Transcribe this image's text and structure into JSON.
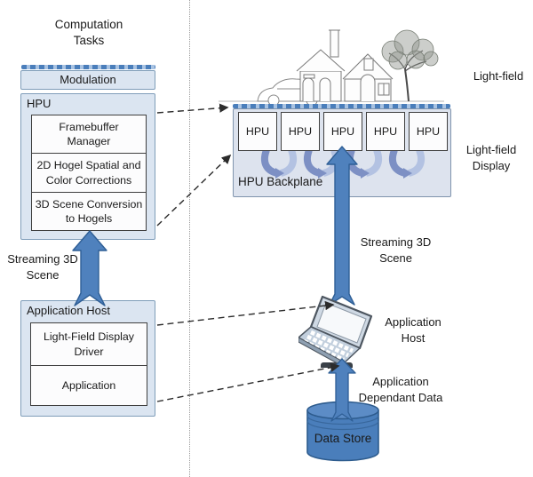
{
  "left_panel": {
    "section_title": "Computation\nTasks",
    "modulation_label": "Modulation",
    "hpu_title": "HPU",
    "hpu_items": [
      "Framebuffer\nManager",
      "2D Hogel Spatial and\nColor Corrections",
      "3D Scene Conversion\nto Hogels"
    ],
    "streaming_label": "Streaming 3D\nScene",
    "app_host_title": "Application Host",
    "app_host_items": [
      "Light-Field Display\nDriver",
      "Application"
    ]
  },
  "right_panel": {
    "light_field_label": "Light-field",
    "hpu_units": [
      "HPU",
      "HPU",
      "HPU",
      "HPU",
      "HPU"
    ],
    "backplane_label": "HPU Backplane",
    "light_field_display_label": "Light-field\nDisplay",
    "streaming_label": "Streaming 3D\nScene",
    "app_host_label": "Application\nHost",
    "app_data_label": "Application\nDependant Data",
    "data_store_label": "Data Store"
  },
  "icons": {
    "scene_sketch": "house-car-tree-sketch",
    "laptop": "laptop-icon",
    "data_store": "database-cylinder-icon"
  },
  "colors": {
    "box_fill": "#dbe5f1",
    "box_border": "#7f9db9",
    "inner_border": "#3f3f3f",
    "arrow_fill": "#4f81bd",
    "arrow_border": "#2f5f96",
    "ribbon_dark": "#7d90c4",
    "ribbon_light": "#b3c2e2",
    "dash_band_dark": "#4a7ebb",
    "dash_band_light": "#a9c3e2",
    "connector": "#2b2b2b"
  }
}
